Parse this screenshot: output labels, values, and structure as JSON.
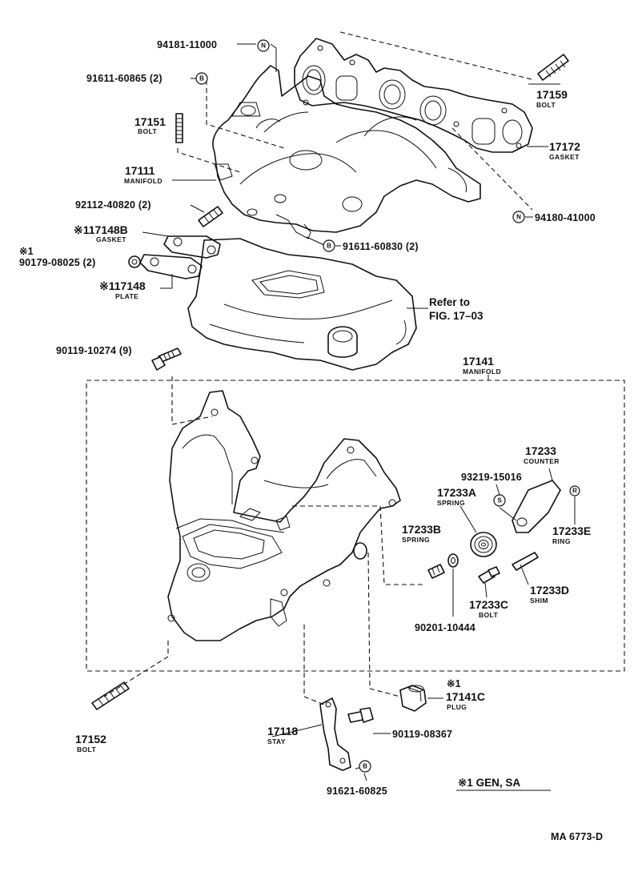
{
  "labels": {
    "n94181": "94181-11000",
    "n91611_865": "91611-60865 (2)",
    "n17151": "17151",
    "n17151_sub": "BOLT",
    "n17111": "17111",
    "n17111_sub": "MANIFOLD",
    "n92112": "92112-40820 (2)",
    "n17148b": "※117148B",
    "n17148b_sub": "GASKET",
    "n90179_star": "※1",
    "n90179": "90179-08025 (2)",
    "n17148": "※117148",
    "n17148_sub": "PLATE",
    "n17159": "17159",
    "n17159_sub": "BOLT",
    "n17172": "17172",
    "n17172_sub": "GASKET",
    "n94180": "94180-41000",
    "n91611_830": "91611-60830 (2)",
    "refer1": "Refer to",
    "refer2": "FIG. 17–03",
    "n90119_274": "90119-10274 (9)",
    "n17141": "17141",
    "n17141_sub": "MANIFOLD",
    "n17233": "17233",
    "n17233_sub": "COUNTER",
    "n93219": "93219-15016",
    "n17233a": "17233A",
    "n17233a_sub": "SPRING",
    "n17233b": "17233B",
    "n17233b_sub": "SPRING",
    "n17233e": "17233E",
    "n17233e_sub": "RING",
    "n17233d": "17233D",
    "n17233d_sub": "SHIM",
    "n17233c": "17233C",
    "n17233c_sub": "BOLT",
    "n90201": "90201-10444",
    "n17141c_star": "※1",
    "n17141c": "17141C",
    "n17141c_sub": "PLUG",
    "n17152": "17152",
    "n17152_sub": "BOLT",
    "n17118": "17118",
    "n17118_sub": "STAY",
    "n90119_367": "90119-08367",
    "n91621": "91621-60825",
    "legend": "※1 GEN, SA",
    "code": "MA 6773-D"
  },
  "marks": {
    "n": "N",
    "b": "B",
    "s": "S",
    "r": "R"
  }
}
